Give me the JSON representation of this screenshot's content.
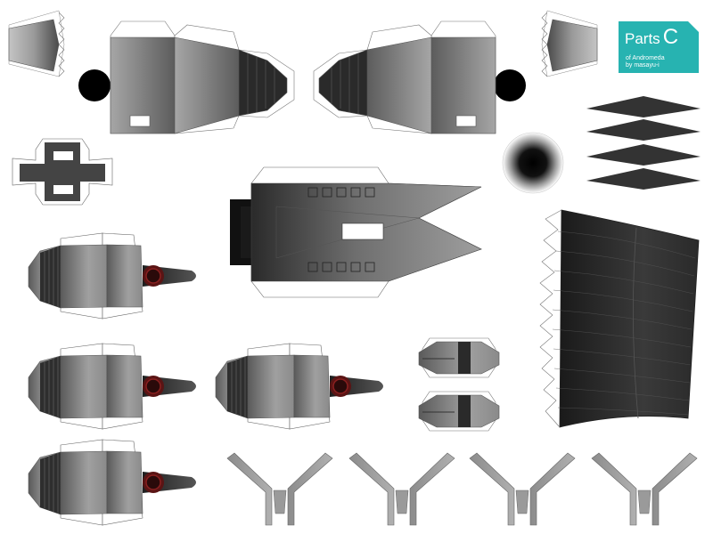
{
  "badge": {
    "title_word": "Parts",
    "title_letter": "C",
    "line1": "of Andromeda",
    "line2": "by masayu-i",
    "background_color": "#27b3b1",
    "text_color": "#ffffff"
  },
  "colors": {
    "metal_light": "#b8b8b8",
    "metal_dark": "#3a3a3a",
    "panel_black": "#2b2b2b",
    "nozzle_red": "#7a1a1a",
    "outline": "#555555"
  },
  "parts": [
    "nose-cone-left",
    "engine-pod-left",
    "disc-left",
    "engine-pod-right",
    "disc-right",
    "nose-cone-right",
    "cross-bracket",
    "lens-disc",
    "blade-fins",
    "main-hull",
    "curved-skirt",
    "thruster-1",
    "thruster-2",
    "thruster-3",
    "thruster-4",
    "spool-top",
    "spool-bottom",
    "y-strut-1",
    "y-strut-2",
    "y-strut-3",
    "y-strut-4"
  ]
}
